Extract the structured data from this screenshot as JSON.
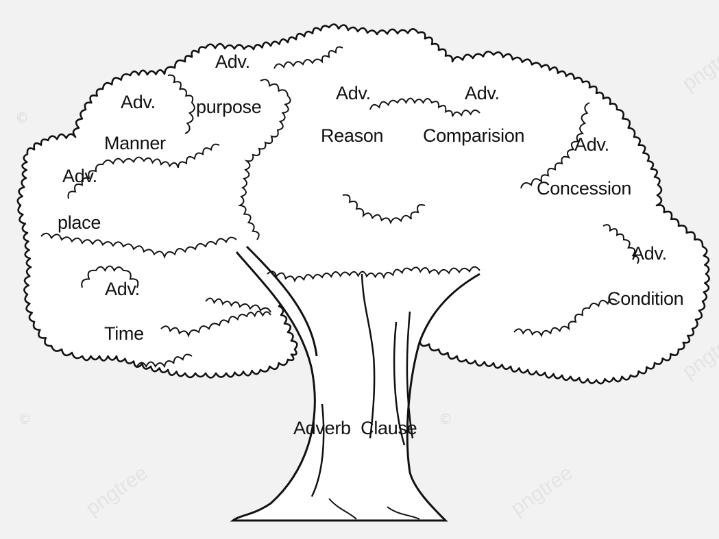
{
  "labels": {
    "manner": {
      "adv": "Adv.",
      "type": "Manner"
    },
    "purpose": {
      "adv": "Adv.",
      "type": "purpose"
    },
    "reason": {
      "adv": "Adv.",
      "type": "Reason"
    },
    "comparision": {
      "adv": "Adv.",
      "type": "Comparision"
    },
    "concession": {
      "adv": "Adv.",
      "type": "Concession"
    },
    "place": {
      "adv": "Adv.",
      "type": "place"
    },
    "condition": {
      "adv": "Adv.",
      "type": "Condition"
    },
    "time": {
      "adv": "Adv.",
      "type": "Time"
    },
    "trunk": "Adverb  Clause"
  },
  "watermark": {
    "text": "pngtree",
    "copyright": "©"
  },
  "colors": {
    "background": "#f2f2f2",
    "canopy_fill": "#ffffff",
    "outline": "#111111"
  }
}
